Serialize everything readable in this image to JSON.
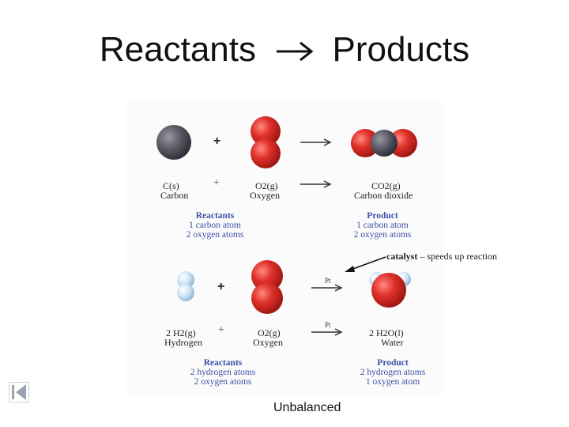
{
  "slide": {
    "title_left": "Reactants",
    "title_right": "Products",
    "footer": "Unbalanced"
  },
  "reaction1": {
    "plus": "+",
    "reactant1_formula": "C(s)",
    "reactant1_name": "Carbon",
    "reactant2_formula": "O2(g)",
    "reactant2_name": "Oxygen",
    "product_formula": "CO2(g)",
    "product_name": "Carbon dioxide",
    "reactants_heading": "Reactants",
    "reactants_line1": "1 carbon atom",
    "reactants_line2": "2 oxygen atoms",
    "product_heading": "Product",
    "product_line1": "1 carbon atom",
    "product_line2": "2 oxygen atoms"
  },
  "reaction2": {
    "plus": "+",
    "catalyst_label": "Pt",
    "reactant1_formula": "2 H2(g)",
    "reactant1_name": "Hydrogen",
    "reactant2_formula": "O2(g)",
    "reactant2_name": "Oxygen",
    "product_formula": "2 H2O(l)",
    "product_name": "Water",
    "reactants_heading": "Reactants",
    "reactants_line1": "2 hydrogen atoms",
    "reactants_line2": "2 oxygen atoms",
    "product_heading": "Product",
    "product_line1": "2 hydrogen atoms",
    "product_line2": "1 oxygen atom"
  },
  "catalyst_note": {
    "term": "catalyst",
    "description": " – speeds up reaction"
  },
  "colors": {
    "carbon": "#55555f",
    "oxygen": "#e0302a",
    "hydrogen": "#cfe3f2",
    "label_blue": "#3e4fa8"
  }
}
